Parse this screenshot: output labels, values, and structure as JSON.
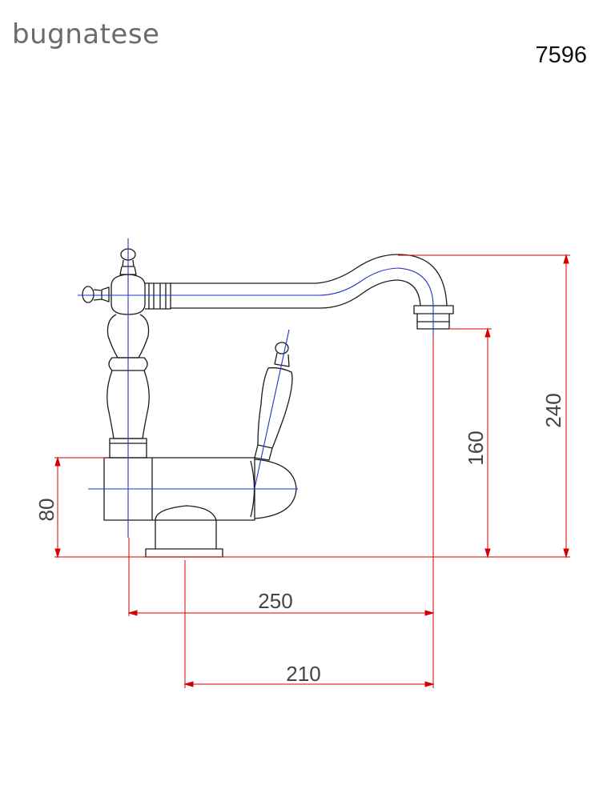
{
  "brand": {
    "name": "bugnatese"
  },
  "product": {
    "code": "7596"
  },
  "dimensions": {
    "total_height": "240",
    "spout_height": "160",
    "base_height": "80",
    "spout_reach_from_axis": "250",
    "spout_reach_from_base": "210"
  },
  "colors": {
    "outline": "#1a1a1a",
    "axis": "#2233cc",
    "dimension": "#d40000",
    "text": "#444444"
  }
}
